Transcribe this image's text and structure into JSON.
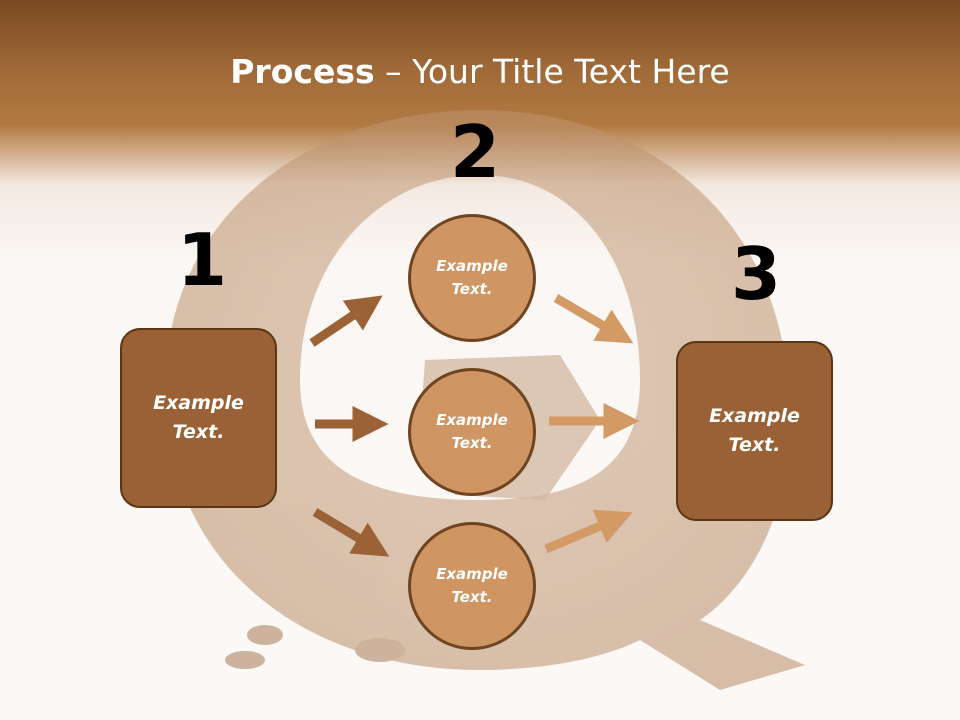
{
  "title": {
    "bold": "Process",
    "rest": " – Your Title Text Here"
  },
  "steps": [
    "1",
    "2",
    "3"
  ],
  "left_box": {
    "line1": "Example",
    "line2": "Text."
  },
  "right_box": {
    "line1": "Example",
    "line2": "Text."
  },
  "circles": [
    {
      "line1": "Example",
      "line2": "Text."
    },
    {
      "line1": "Example",
      "line2": "Text."
    },
    {
      "line1": "Example",
      "line2": "Text."
    }
  ],
  "colors": {
    "header": "#a06a38",
    "box": "#996135",
    "circle": "#cf9562",
    "arrow_left": "#9a6236",
    "arrow_right": "#d49a66"
  }
}
